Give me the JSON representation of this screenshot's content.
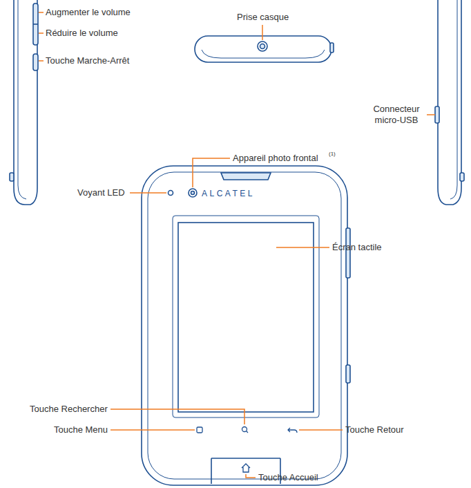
{
  "diagram": {
    "labels": [
      "Prise casque",
      "Augmenter le volume",
      "Réduire le volume",
      "Touche Marche-Arrêt",
      "Connecteur micro-USB",
      "Appareil photo frontal",
      "(1)",
      "Voyant LED",
      "ALCATEL",
      "Écran tactile",
      "Touche Rechercher",
      "Touche Menu",
      "Touche Retour",
      "Touche Accueil"
    ]
  }
}
